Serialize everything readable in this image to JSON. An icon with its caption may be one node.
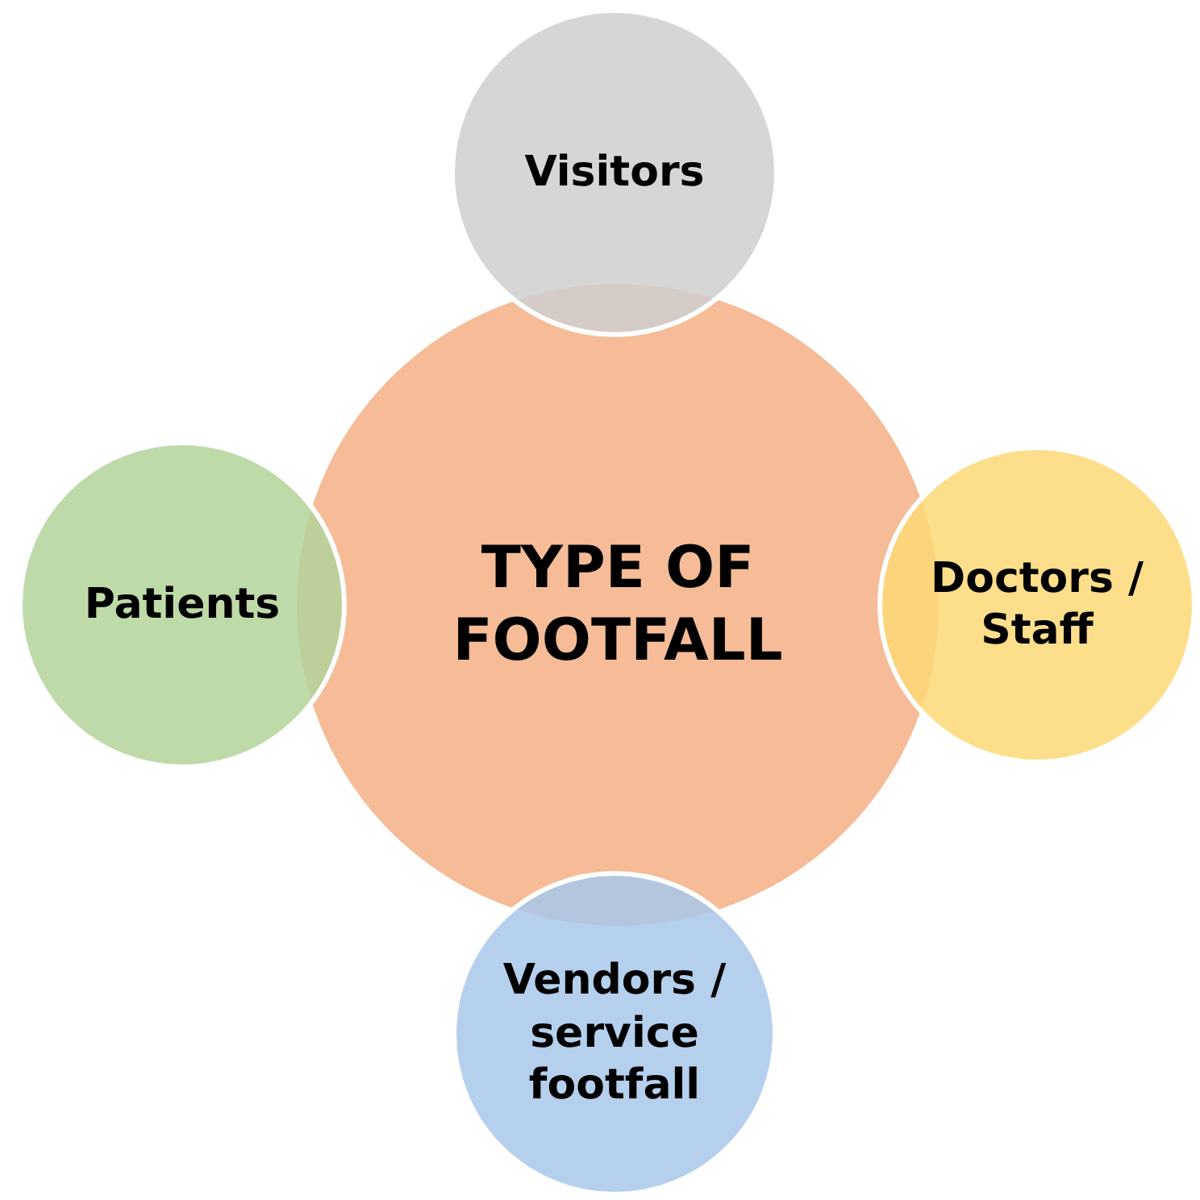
{
  "diagram": {
    "nodes": [
      {
        "text": [
          "Visitors"
        ]
      },
      {
        "text": [
          "Patients"
        ]
      },
      {
        "text": [
          "TYPE OF FOOTFALL"
        ]
      },
      {
        "text": [
          "Doctors / Staff"
        ]
      },
      {
        "text": [
          "Vendors / service footfall"
        ]
      }
    ]
  }
}
